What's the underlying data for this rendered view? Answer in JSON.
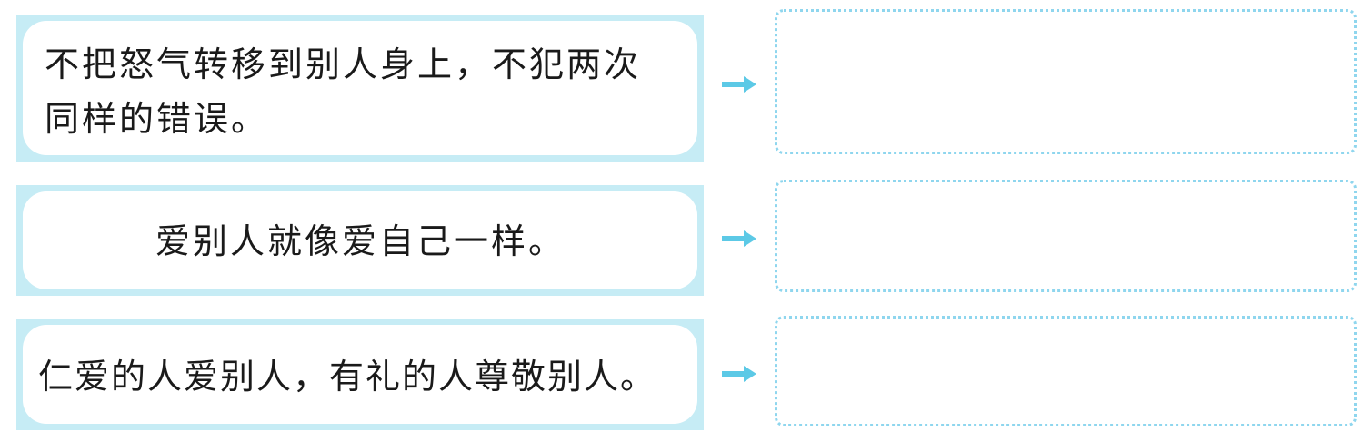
{
  "exercise": {
    "items": [
      {
        "quote": "不把怒气转移到别人身上，不犯两次\n同样的错误。",
        "answer": ""
      },
      {
        "quote": "爱别人就像爱自己一样。",
        "answer": ""
      },
      {
        "quote": "仁爱的人爱别人，有礼的人尊敬别人。",
        "answer": ""
      }
    ],
    "colors": {
      "card_border": "#c6ecf5",
      "arrow": "#5cc9e6",
      "answer_border": "#8fd6ee",
      "text": "#1a1a1a"
    }
  }
}
